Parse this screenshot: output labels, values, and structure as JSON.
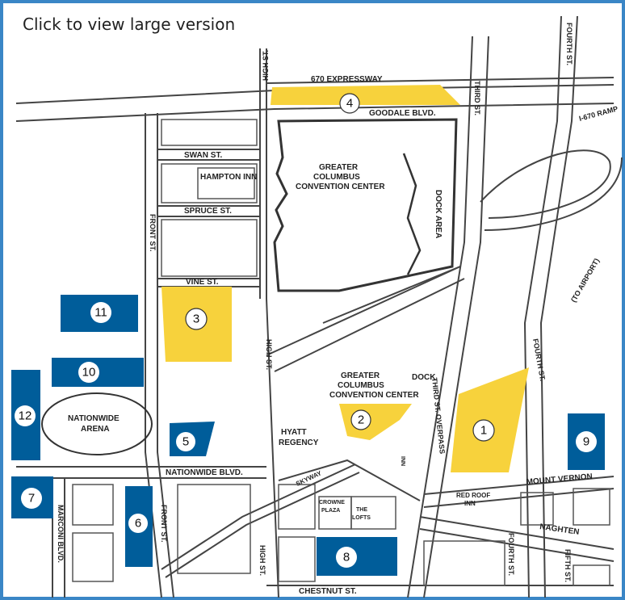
{
  "caption": "Click to view large version",
  "colors": {
    "yellow_lot": "#f7d23c",
    "blue_lot": "#005d9a",
    "frame": "#3a86c6",
    "road": "#444444"
  },
  "streets": {
    "expressway": "670 EXPRESSWAY",
    "goodale": "GOODALE BLVD.",
    "swan": "SWAN ST.",
    "spruce": "SPRUCE ST.",
    "vine": "VINE ST.",
    "nationwide": "NATIONWIDE BLVD.",
    "chestnut": "CHESTNUT ST.",
    "mount_vernon": "MOUNT VERNON",
    "naghten": "NAGHTEN",
    "high_top": "HIGH ST.",
    "high_mid": "HIGH ST.",
    "high_bot": "HIGH ST.",
    "front_top": "FRONT ST.",
    "front_bot": "FRONT ST.",
    "third": "THIRD ST.",
    "third_overpass": "THIRD ST. OVERPASS",
    "fourth_top": "FOURTH ST.",
    "fourth_mid": "FOURTH ST.",
    "fourth_bot": "FOURTH ST.",
    "fifth": "FIFTH ST.",
    "marconi": "MARCONI BLVD.",
    "ramp": "I-670 RAMP",
    "airport": "(TO AIRPORT)",
    "skyway": "SKYWAY"
  },
  "buildings": {
    "hampton": "HAMPTON INN",
    "convention_top_1": "GREATER",
    "convention_top_2": "COLUMBUS",
    "convention_top_3": "CONVENTION CENTER",
    "convention_bot_1": "GREATER",
    "convention_bot_2": "COLUMBUS",
    "convention_bot_3": "CONVENTION CENTER",
    "dock_area": "DOCK AREA",
    "dock": "DOCK",
    "hyatt_1": "HYATT",
    "hyatt_2": "REGENCY",
    "arena_1": "NATIONWIDE",
    "arena_2": "ARENA",
    "crowne_1": "CROWNE",
    "crowne_2": "PLAZA",
    "lofts_1": "THE",
    "lofts_2": "LOFTS",
    "red_roof_1": "RED ROOF",
    "red_roof_2": "INN",
    "small_bldg": "INN"
  },
  "lots": [
    "1",
    "2",
    "3",
    "4",
    "5",
    "6",
    "7",
    "8",
    "9",
    "10",
    "11",
    "12"
  ]
}
